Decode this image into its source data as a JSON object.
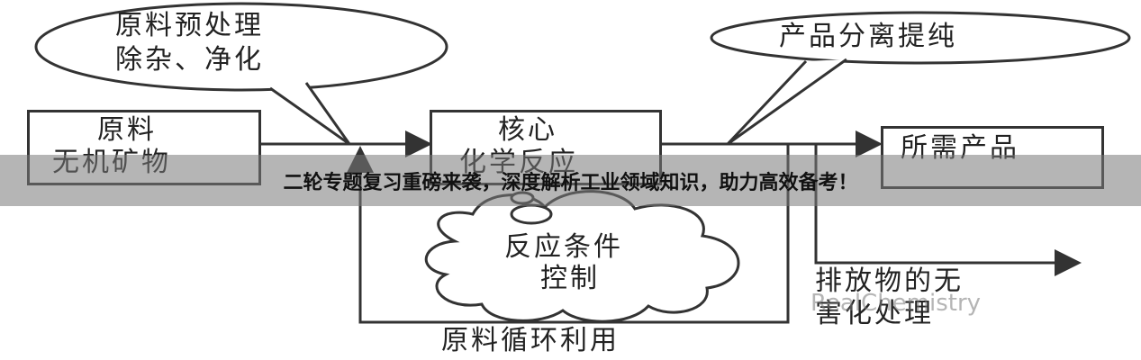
{
  "nodes": {
    "pretreat_bubble": [
      "原料预处理",
      "除杂、净化"
    ],
    "separation_bubble": "产品分离提纯",
    "raw_box": [
      "原料",
      "无机矿物"
    ],
    "core_box": [
      "核心",
      "化学反应"
    ],
    "product_box": "所需产品",
    "condition_cloud": [
      "反应条件",
      "控制"
    ],
    "emission": [
      "排放物的无",
      "害化处理"
    ],
    "recycle": "原料循环利用"
  },
  "watermark": "RealChemistry",
  "banner": "二轮专题复习重磅来袭，深度解析工业领域知识，助力高效备考！"
}
